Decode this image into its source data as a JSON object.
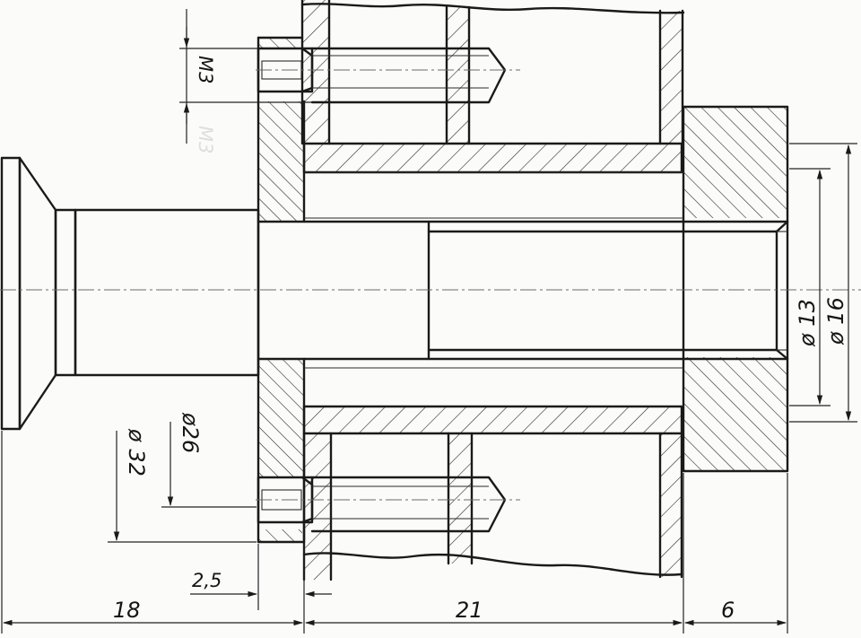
{
  "dimensions": {
    "thread": "M3",
    "thread_ghost": "M3",
    "bore_small": "ø 13",
    "bore_large": "ø 16",
    "diam_26": "ø26",
    "diam_32": "ø 32",
    "len_18": "18",
    "len_21": "21",
    "len_6": "6",
    "gap_2_5": "2,5"
  },
  "colors": {
    "ink": "#1a1a1a",
    "paper": "#fbfbf9"
  }
}
